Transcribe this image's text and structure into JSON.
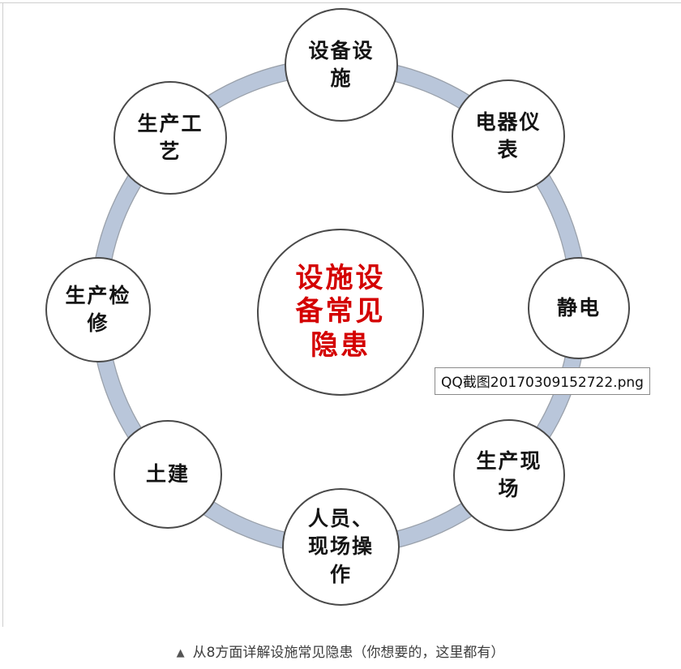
{
  "diagram": {
    "title_semantic": "8 aspects of common facility and equipment hidden dangers",
    "ring_color": "#b9c6da",
    "ring_edge_color": "#9aa1ab",
    "center": {
      "label": "设施设\n备常见\n隐患",
      "text_color": "#d40000"
    },
    "nodes": [
      {
        "id": "equipment-facilities",
        "label": "设备设\n施"
      },
      {
        "id": "electrical-instruments",
        "label": "电器仪\n表"
      },
      {
        "id": "static-electricity",
        "label": "静电"
      },
      {
        "id": "production-site",
        "label": "生产现\n场"
      },
      {
        "id": "personnel-operations",
        "label": "人员、\n现场操\n作"
      },
      {
        "id": "civil-construction",
        "label": "土建"
      },
      {
        "id": "production-maintenance",
        "label": "生产检\n修"
      },
      {
        "id": "production-process",
        "label": "生产工\n艺"
      }
    ]
  },
  "overlay": {
    "filename_tooltip": "QQ截图20170309152722.png"
  },
  "caption": {
    "marker": "▲",
    "text": "从8方面详解设施常见隐患（你想要的，这里都有）"
  }
}
